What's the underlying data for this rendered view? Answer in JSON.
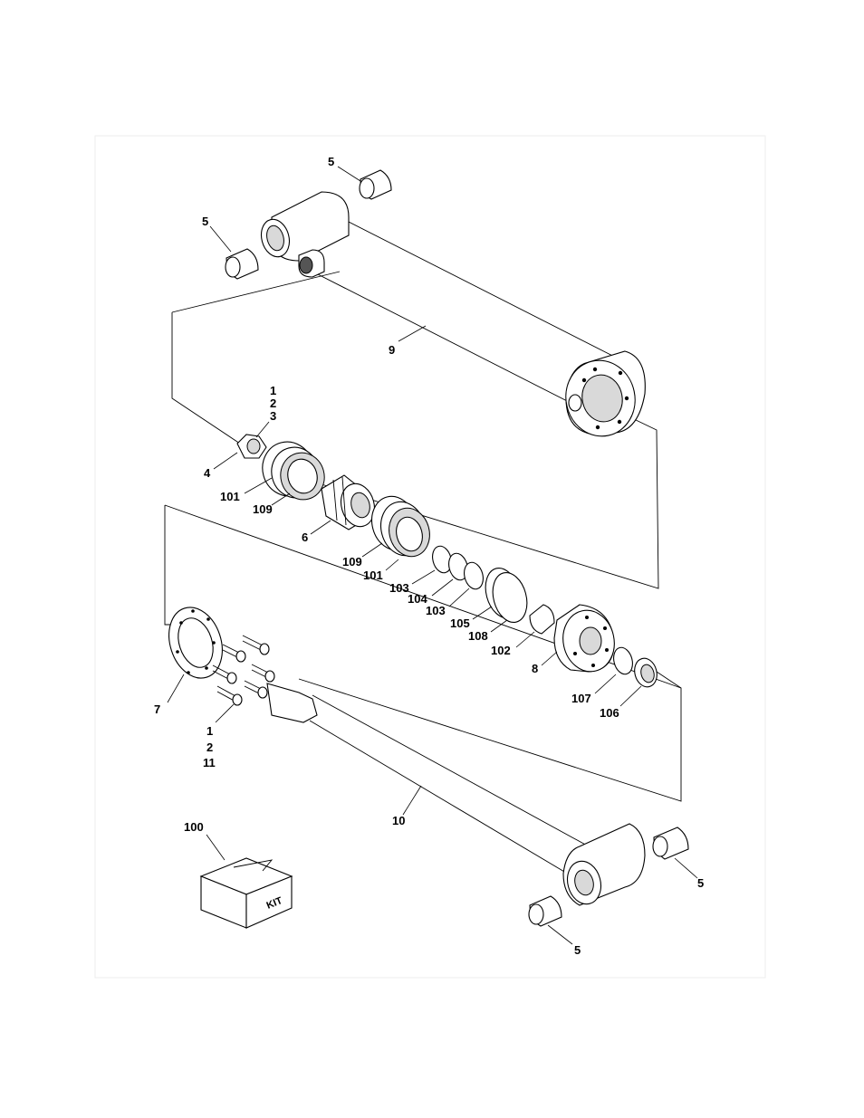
{
  "callouts": {
    "c5a": "5",
    "c5b": "5",
    "c9": "9",
    "c1a": "1",
    "c2a": "2",
    "c3": "3",
    "c4": "4",
    "c101a": "101",
    "c109a": "109",
    "c6": "6",
    "c109b": "109",
    "c101b": "101",
    "c103a": "103",
    "c104": "104",
    "c103b": "103",
    "c105": "105",
    "c108": "108",
    "c102": "102",
    "c8": "8",
    "c107": "107",
    "c106": "106",
    "c7": "7",
    "c1b": "1",
    "c2b": "2",
    "c11": "11",
    "c10": "10",
    "c100": "100",
    "c5c": "5",
    "c5d": "5"
  },
  "kit_label": "KIT"
}
